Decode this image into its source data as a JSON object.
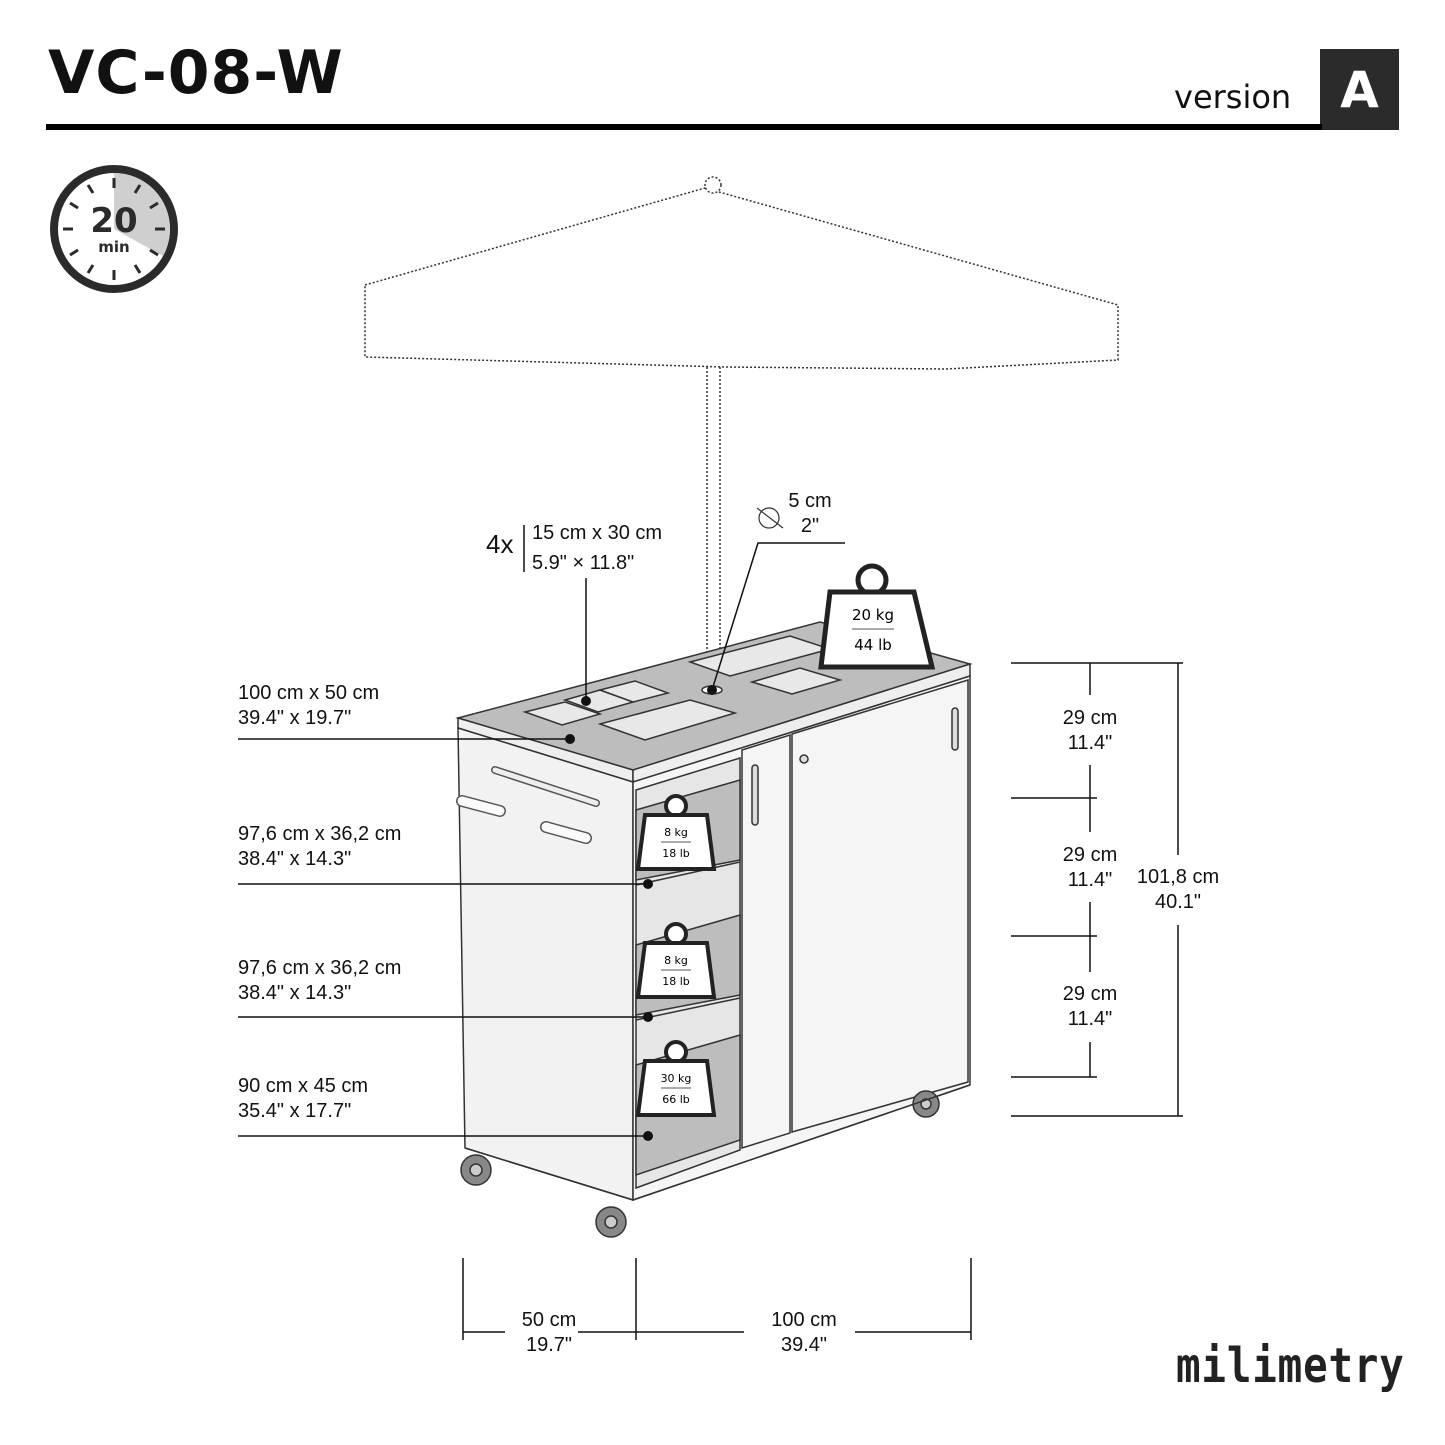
{
  "header": {
    "title": "VC-08-W",
    "version_label": "version",
    "version_value": "A"
  },
  "timer": {
    "value": "20",
    "unit": "min",
    "icon": "stopwatch-icon"
  },
  "dimensions": {
    "container_count": "4x",
    "container_size_metric": "15 cm x 30 cm",
    "container_size_imperial": "5.9\" × 11.8\"",
    "hole_diameter_metric": "5 cm",
    "hole_diameter_imperial": "2\"",
    "top_metric": "100 cm x 50 cm",
    "top_imperial": "39.4\" x 19.7\"",
    "shelf1_metric": "97,6 cm x 36,2 cm",
    "shelf1_imperial": "38.4\" x 14.3\"",
    "shelf2_metric": "97,6 cm x 36,2 cm",
    "shelf2_imperial": "38.4\" x 14.3\"",
    "bottom_metric": "90 cm x 45 cm",
    "bottom_imperial": "35.4\" x 17.7\"",
    "section1_metric": "29 cm",
    "section1_imperial": "11.4\"",
    "section2_metric": "29 cm",
    "section2_imperial": "11.4\"",
    "section3_metric": "29 cm",
    "section3_imperial": "11.4\"",
    "total_height_metric": "101,8 cm",
    "total_height_imperial": "40.1\"",
    "depth_metric": "50 cm",
    "depth_imperial": "19.7\"",
    "width_metric": "100 cm",
    "width_imperial": "39.4\""
  },
  "loads": {
    "top_metric": "20 kg",
    "top_imperial": "44 lb",
    "shelf1_metric": "8 kg",
    "shelf1_imperial": "18 lb",
    "shelf2_metric": "8 kg",
    "shelf2_imperial": "18 lb",
    "bottom_metric": "30 kg",
    "bottom_imperial": "66 lb"
  },
  "brand": {
    "logo_text": "milimetry"
  }
}
